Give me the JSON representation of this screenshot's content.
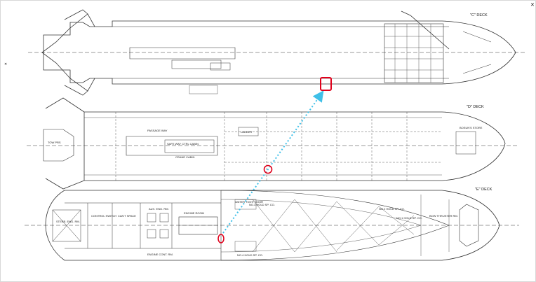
{
  "decks": {
    "c": {
      "title": "\"C\" DECK"
    },
    "d": {
      "title": "\"D\" DECK",
      "notes": [
        "BOSUN'S STORE",
        "TOW PRS",
        "LADDER",
        "PASSAGE WAY",
        "CRANE CABIN",
        "SAFE WAY CTRL CABIN"
      ]
    },
    "e": {
      "title": "\"E\" DECK",
      "notes": [
        "STEER. ENG. RM.",
        "CONTROL SWITCH",
        "CAN'T SPACE",
        "AUX. ENG. RM.",
        "ENGINE ROOM",
        "ENGINE CONT. RM.",
        "NO.4 HOLD SP. CO.",
        "NO.3 HOLD SP. CO.",
        "NO.2 HOLD SP. CO.",
        "NO.1 HOLD SP. CO.",
        "BOW THRUSTER RM.",
        "WATER TIGHT DOOR"
      ]
    }
  },
  "colors": {
    "line": "#333333",
    "marker": "#e0001b",
    "arrow": "#3fc0e8",
    "corner": "#555555"
  },
  "icons": {
    "corner": "close-icon"
  },
  "annotations": {
    "markers": 3,
    "arrow": "dotted-cyan"
  }
}
